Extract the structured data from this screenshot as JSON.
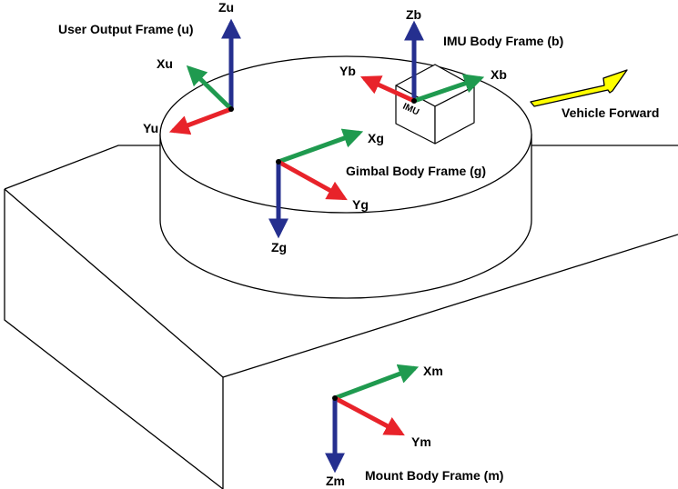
{
  "frames": {
    "user": {
      "title": "User Output Frame (u)",
      "x_label": "Xu",
      "y_label": "Yu",
      "z_label": "Zu"
    },
    "imu": {
      "title": "IMU Body Frame (b)",
      "x_label": "Xb",
      "y_label": "Yb",
      "z_label": "Zb",
      "box_label": "IMU"
    },
    "gimbal": {
      "title": "Gimbal Body Frame (g)",
      "x_label": "Xg",
      "y_label": "Yg",
      "z_label": "Zg"
    },
    "mount": {
      "title": "Mount Body Frame (m)",
      "x_label": "Xm",
      "y_label": "Ym",
      "z_label": "Zm"
    }
  },
  "vehicle_forward": {
    "label": "Vehicle Forward"
  },
  "colors": {
    "x_axis": "#1f9a4f",
    "y_axis": "#e8232a",
    "z_axis": "#252f8f",
    "forward_arrow": "#ffff00",
    "outline": "#000000"
  }
}
